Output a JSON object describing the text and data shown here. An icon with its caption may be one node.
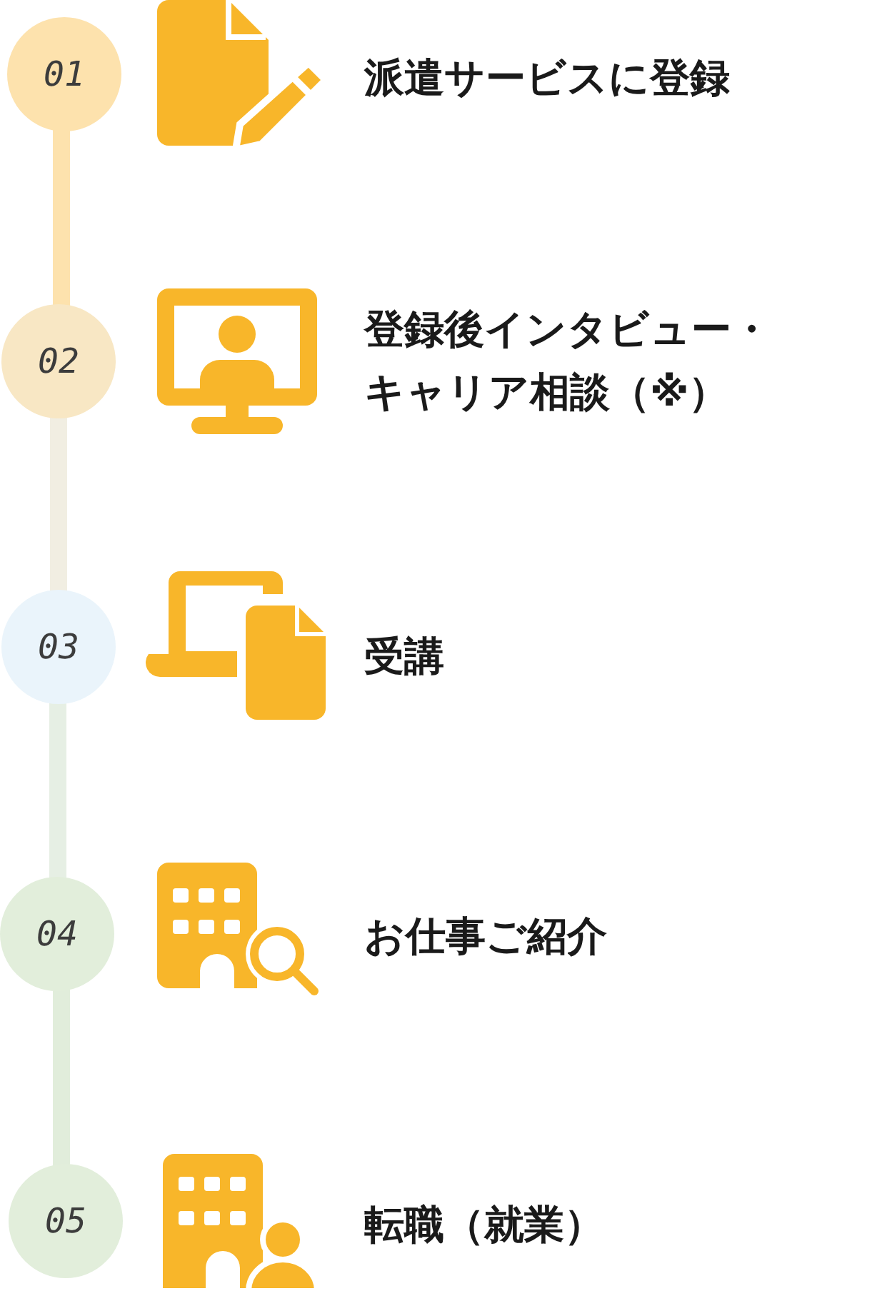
{
  "diagram": {
    "nodes": [
      {
        "text": [
          "01"
        ]
      },
      {
        "text": [
          "02"
        ]
      },
      {
        "text": [
          "03"
        ]
      },
      {
        "text": [
          "04"
        ]
      },
      {
        "text": [
          "05"
        ]
      }
    ],
    "labels": [
      "派遣サービスに登録",
      "登録後インタビュー・キャリア相談（※）",
      "受講",
      "お仕事ご紹介",
      "転職（就業）"
    ],
    "edges": [
      {
        "from": 0,
        "to": 1,
        "arrow": "none",
        "color": "#fde2ad"
      },
      {
        "from": 1,
        "to": 2,
        "arrow": "none",
        "color": "#f1eee2"
      },
      {
        "from": 2,
        "to": 3,
        "arrow": "none",
        "color": "#e6efe4"
      },
      {
        "from": 3,
        "to": 4,
        "arrow": "none",
        "color": "#e1eddb"
      }
    ]
  }
}
